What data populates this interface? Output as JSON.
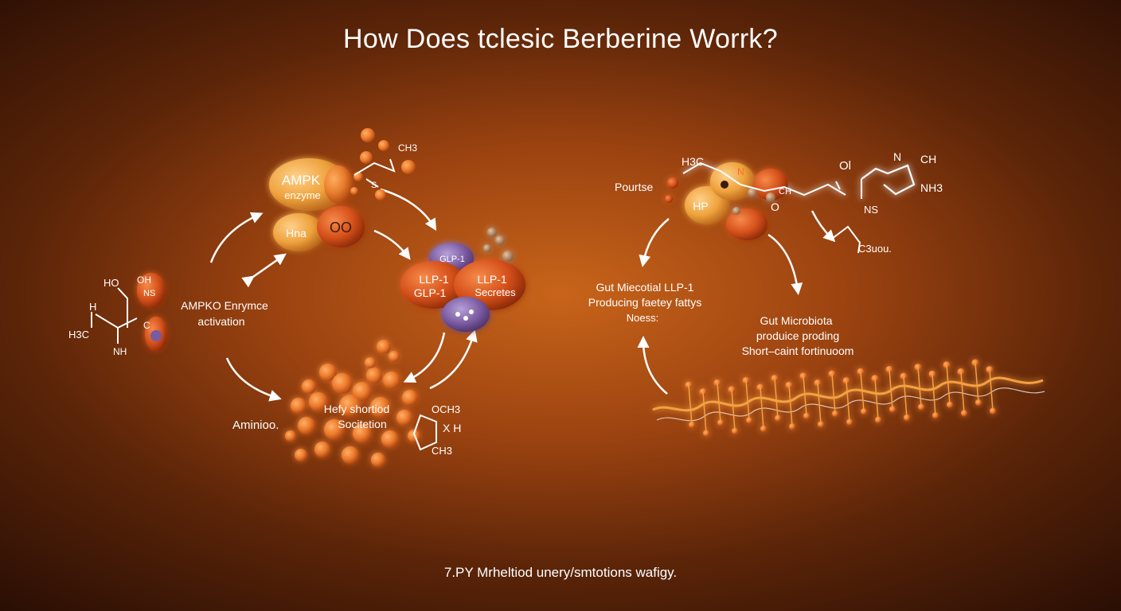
{
  "title": "How Does tclesic Berberine Worrk?",
  "footer": "7.PY Mrheltiod unery/smtotions wafigy.",
  "colors": {
    "orange": "#e8742a",
    "amber": "#f2a43a",
    "purple": "#7a5aa0",
    "bg_dark": "#2a0e04"
  },
  "left": {
    "ampk_label": "AMPK",
    "ampk_sub": "enzyme",
    "hna": "Hna",
    "oo": "OO",
    "ch3_top": "CH3",
    "s_label": "S",
    "glp_top": "GLP-1",
    "llp_left": "LLP-1",
    "glp_left": "GLP-1",
    "llp_right": "LLP-1",
    "secretes": "Secretes",
    "activation_1": "AMPKO Enrymce",
    "activation_2": "activation",
    "cluster_1": "Hefy shortiod",
    "cluster_2": "Socitetion",
    "aminioo": "Aminioo.",
    "mol_ho": "HO",
    "mol_oh": "OH",
    "mol_ns_top": "NS",
    "mol_h": "H",
    "mol_h3c": "H3C",
    "mol_c": "C",
    "mol_nh": "NH",
    "och3": "OCH3",
    "x_h": "X H",
    "ch3_bottom": "CH3"
  },
  "right": {
    "pourtse": "Pourtse",
    "h3c": "H3C",
    "n_label": "N",
    "hp": "HP",
    "chh": "CH",
    "o_low": "O",
    "o_top": "Ol",
    "n_ring": "N",
    "ch_ring": "CH",
    "nh3": "NH3",
    "ns": "NS",
    "c3uou": "C3uou.",
    "gut_left_1": "Gut Miecotial LLP-1",
    "gut_left_2": "Producing faetey fattys",
    "gut_left_3": "Noess:",
    "gut_right_1": "Gut Microbiota",
    "gut_right_2": "produice proding",
    "gut_right_3": "Short–caint fortinuoom"
  }
}
